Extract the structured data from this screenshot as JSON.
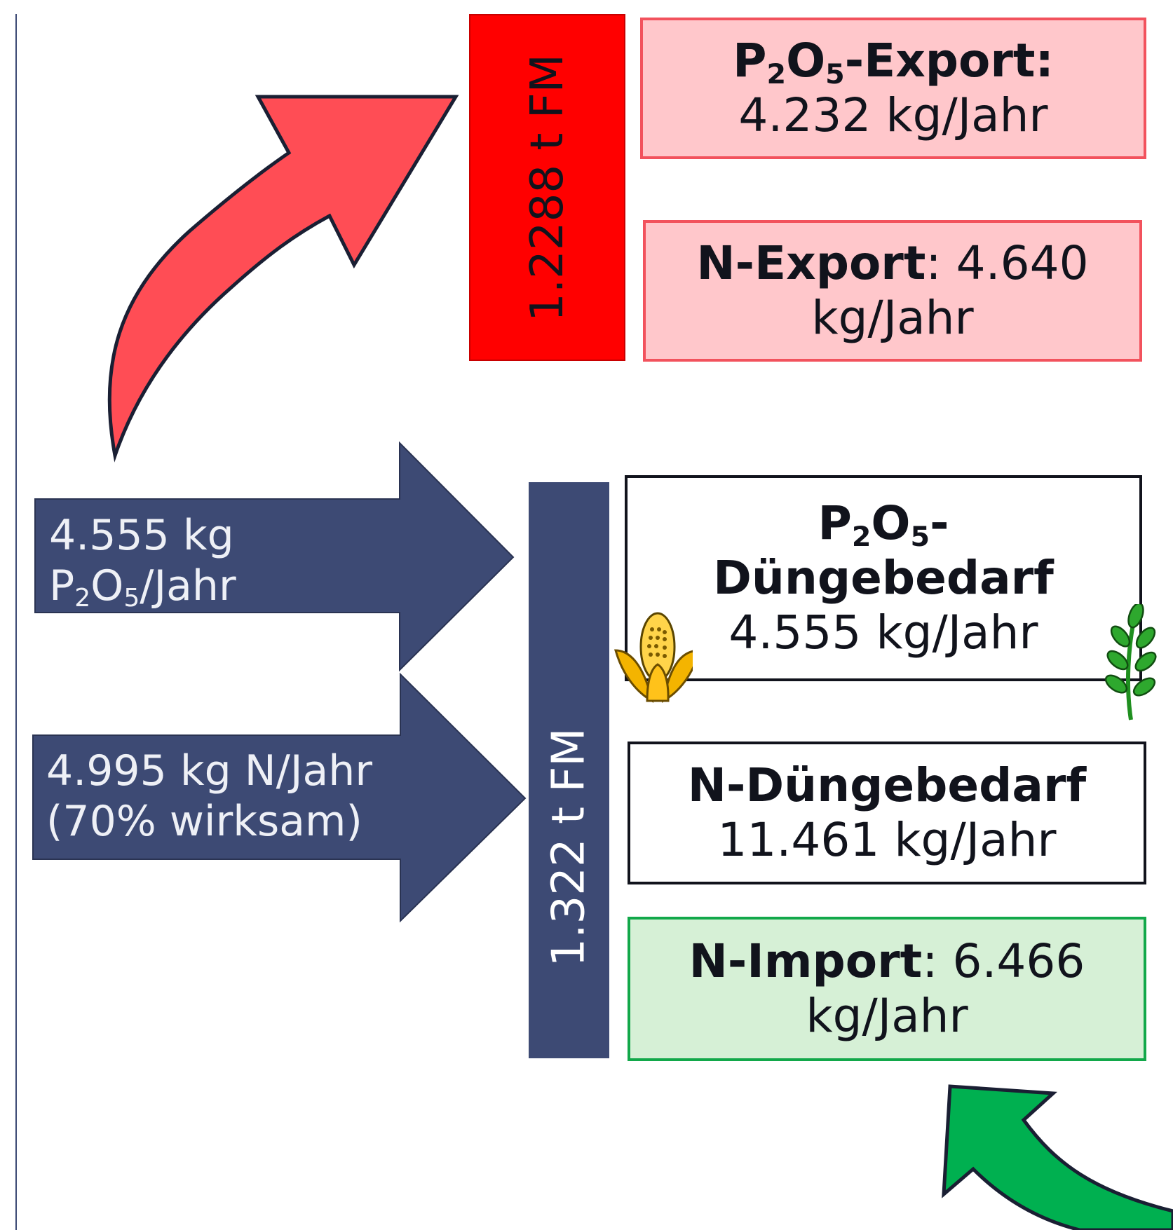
{
  "colors": {
    "red_bar": "#ff0000",
    "red_box_fill": "#ffc7cb",
    "red_box_border": "#f2525d",
    "navy": "#3d4a74",
    "green_box_fill": "#d6f0d6",
    "green_box_border": "#12a84a",
    "green_arrow": "#00b050",
    "red_arrow": "#ff4d55",
    "text_dark": "#11131c"
  },
  "export_bar": {
    "label": "1.2288 t FM"
  },
  "import_bar": {
    "label": "1.322 t FM"
  },
  "p2o5_export": {
    "title_p": "P",
    "title_sub2": "2",
    "title_o": "O",
    "title_sub5": "5",
    "title_rest": "-Export:",
    "value": "4.232 kg/Jahr"
  },
  "n_export": {
    "title": "N-Export",
    "colon_value": ": 4.640",
    "unit": "kg/Jahr"
  },
  "p2o5_demand": {
    "title_p": "P",
    "title_sub2": "2",
    "title_o": "O",
    "title_sub5": "5",
    "title_rest": "-",
    "title_line2": "Düngebedarf",
    "value": "4.555 kg/Jahr"
  },
  "n_demand": {
    "title": "N-Düngebedarf",
    "value": "11.461 kg/Jahr"
  },
  "n_import": {
    "title": "N-Import",
    "colon_value": ": 6.466",
    "unit": "kg/Jahr"
  },
  "arrow_p2o5": {
    "line1": "4.555 kg",
    "line2_p": "P",
    "line2_sub2": "2",
    "line2_o": "O",
    "line2_sub5": "5",
    "line2_rest": "/Jahr"
  },
  "arrow_n": {
    "line1": "4.995 kg N/Jahr",
    "line2": "(70% wirksam)"
  },
  "icons": [
    "corn-icon",
    "wheat-icon"
  ]
}
